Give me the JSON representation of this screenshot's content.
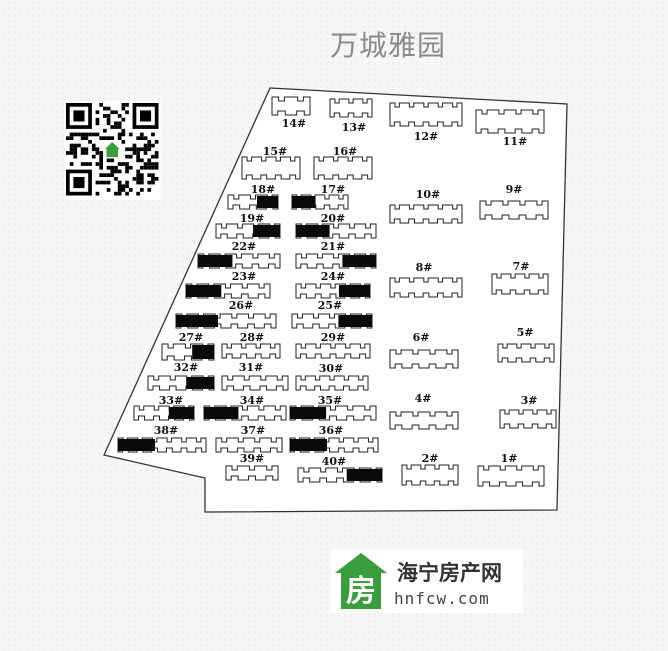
{
  "title": "万城雅园",
  "qr_icon": "qr-code-icon",
  "logo": {
    "icon": "house-logo-icon",
    "glyph": "房",
    "name": "海宁房产网",
    "url": "hnfcw.com",
    "color": "#3a9e3c"
  },
  "buildings": [
    {
      "label": "14#",
      "dark": "none"
    },
    {
      "label": "13#",
      "dark": "none"
    },
    {
      "label": "12#",
      "dark": "none"
    },
    {
      "label": "11#",
      "dark": "none"
    },
    {
      "label": "15#",
      "dark": "none"
    },
    {
      "label": "16#",
      "dark": "none"
    },
    {
      "label": "18#",
      "dark": "right"
    },
    {
      "label": "17#",
      "dark": "left"
    },
    {
      "label": "10#",
      "dark": "none"
    },
    {
      "label": "9#",
      "dark": "none"
    },
    {
      "label": "19#",
      "dark": "right"
    },
    {
      "label": "20#",
      "dark": "left"
    },
    {
      "label": "22#",
      "dark": "left"
    },
    {
      "label": "21#",
      "dark": "right"
    },
    {
      "label": "8#",
      "dark": "none"
    },
    {
      "label": "7#",
      "dark": "none"
    },
    {
      "label": "23#",
      "dark": "left"
    },
    {
      "label": "24#",
      "dark": "right"
    },
    {
      "label": "26#",
      "dark": "left"
    },
    {
      "label": "25#",
      "dark": "right"
    },
    {
      "label": "27#",
      "dark": "right"
    },
    {
      "label": "28#",
      "dark": "none"
    },
    {
      "label": "29#",
      "dark": "none"
    },
    {
      "label": "6#",
      "dark": "none"
    },
    {
      "label": "5#",
      "dark": "none"
    },
    {
      "label": "32#",
      "dark": "right"
    },
    {
      "label": "31#",
      "dark": "none"
    },
    {
      "label": "30#",
      "dark": "none"
    },
    {
      "label": "33#",
      "dark": "right"
    },
    {
      "label": "34#",
      "dark": "left"
    },
    {
      "label": "35#",
      "dark": "left"
    },
    {
      "label": "4#",
      "dark": "none"
    },
    {
      "label": "3#",
      "dark": "none"
    },
    {
      "label": "38#",
      "dark": "left"
    },
    {
      "label": "37#",
      "dark": "none"
    },
    {
      "label": "36#",
      "dark": "left"
    },
    {
      "label": "39#",
      "dark": "none"
    },
    {
      "label": "40#",
      "dark": "right"
    },
    {
      "label": "2#",
      "dark": "none"
    },
    {
      "label": "1#",
      "dark": "none"
    }
  ]
}
